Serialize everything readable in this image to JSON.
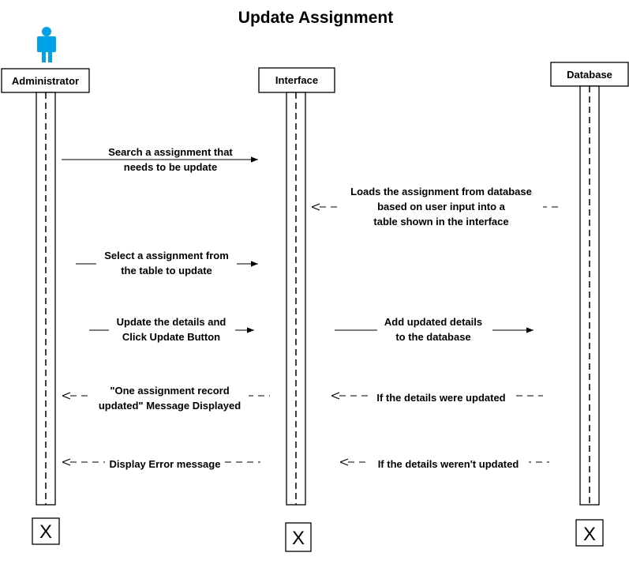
{
  "diagram": {
    "title": "Update Assignment",
    "actor_icon": "person-icon",
    "actor_color": "#00a2e8",
    "participants": [
      {
        "id": "administrator",
        "label": "Administrator",
        "destroy_mark": "X"
      },
      {
        "id": "interface",
        "label": "Interface",
        "destroy_mark": "X"
      },
      {
        "id": "database",
        "label": "Database",
        "destroy_mark": "X"
      }
    ],
    "messages": [
      {
        "id": "search",
        "from": "administrator",
        "to": "interface",
        "style": "solid",
        "lines": [
          "Search a assignment that",
          "needs to be update"
        ]
      },
      {
        "id": "loads",
        "from": "database",
        "to": "interface",
        "style": "dashed",
        "lines": [
          "Loads the assignment from database",
          "based on user input into a",
          "table shown in  the interface"
        ]
      },
      {
        "id": "select",
        "from": "administrator",
        "to": "interface",
        "style": "solid",
        "lines": [
          "Select a assignment from",
          "the table to update"
        ]
      },
      {
        "id": "update",
        "from": "administrator",
        "to": "interface",
        "style": "solid",
        "lines": [
          "Update the details and",
          "Click Update Button"
        ]
      },
      {
        "id": "add",
        "from": "interface",
        "to": "database",
        "style": "solid",
        "lines": [
          "Add updated details",
          "to the database"
        ]
      },
      {
        "id": "record-updated",
        "from": "interface",
        "to": "administrator",
        "style": "dashed",
        "lines": [
          "\"One assignment record",
          "updated\" Message Displayed"
        ]
      },
      {
        "id": "were-updated",
        "from": "database",
        "to": "interface",
        "style": "dashed",
        "lines": [
          "If the details were updated"
        ]
      },
      {
        "id": "error",
        "from": "interface",
        "to": "administrator",
        "style": "dashed",
        "lines": [
          "Display Error message"
        ]
      },
      {
        "id": "werent-updated",
        "from": "database",
        "to": "interface",
        "style": "dashed",
        "lines": [
          "If the details weren't updated"
        ]
      }
    ]
  }
}
